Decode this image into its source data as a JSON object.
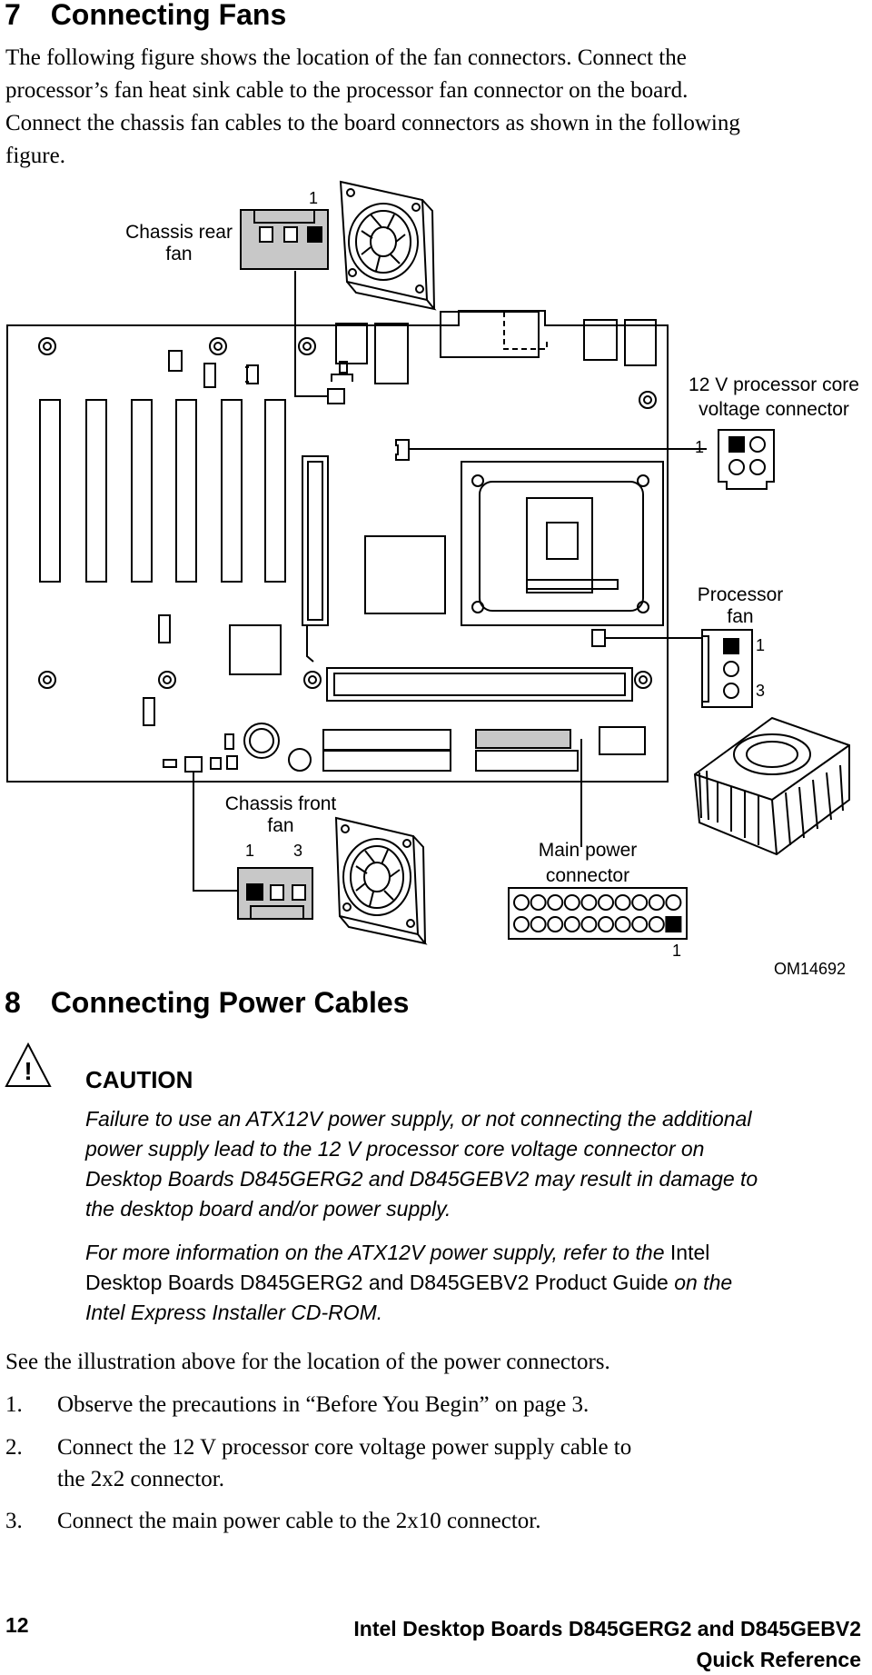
{
  "section7": {
    "number": "7",
    "title": "Connecting Fans",
    "intro_line1": "The following figure shows the location of the fan connectors.  Connect the",
    "intro_line2": "processor’s fan heat sink cable to the processor fan connector on the board.",
    "intro_line3": "Connect the chassis fan cables to the board connectors as shown in the following",
    "intro_line4": "figure."
  },
  "figure": {
    "rear_fan_label_1": "Chassis rear",
    "rear_fan_label_2": "fan",
    "rear_fan_pin": "1",
    "cpu_power_label_1": "12 V processor core",
    "cpu_power_label_2": "voltage connector",
    "cpu_power_pin": "1",
    "cpu_fan_label_1": "Processor",
    "cpu_fan_label_2": "fan",
    "cpu_fan_pin_1": "1",
    "cpu_fan_pin_3": "3",
    "front_fan_label_1": "Chassis front",
    "front_fan_label_2": "fan",
    "front_fan_pin_1": "1",
    "front_fan_pin_3": "3",
    "main_power_label_1": "Main power",
    "main_power_label_2": "connector",
    "main_power_pin": "1",
    "figure_id": "OM14692"
  },
  "section8": {
    "number": "8",
    "title": "Connecting Power Cables"
  },
  "caution": {
    "icon_symbol": "!",
    "heading": "CAUTION",
    "para1_line1": "Failure to use an ATX12V power supply, or not connecting the additional",
    "para1_line2": "power supply lead to the 12 V processor core voltage connector on",
    "para1_line3": "Desktop Boards D845GERG2 and D845GEBV2 may result in damage to",
    "para1_line4": "the desktop board and/or power supply.",
    "para2_line1_a": "For more information on the ATX12V power supply, refer to the ",
    "para2_line1_b": "Intel",
    "para2_line2_a": "Desktop Boards D845GERG2 and D845GEBV2 Product Guide",
    "para2_line2_b": " on the",
    "para2_line3": "Intel Express Installer CD-ROM."
  },
  "body": {
    "see_text": "See the illustration above for the location of the power connectors.",
    "steps": [
      {
        "num": "1.",
        "line1": "Observe the precautions in “Before You Begin” on page 3."
      },
      {
        "num": "2.",
        "line1": "Connect the 12 V processor core voltage power supply cable to",
        "line2": "the 2x2 connector."
      },
      {
        "num": "3.",
        "line1": "Connect the main power cable to the 2x10 connector."
      }
    ]
  },
  "footer": {
    "page_number": "12",
    "title_line1": "Intel Desktop Boards D845GERG2 and D845GEBV2",
    "title_line2": "Quick Reference"
  }
}
